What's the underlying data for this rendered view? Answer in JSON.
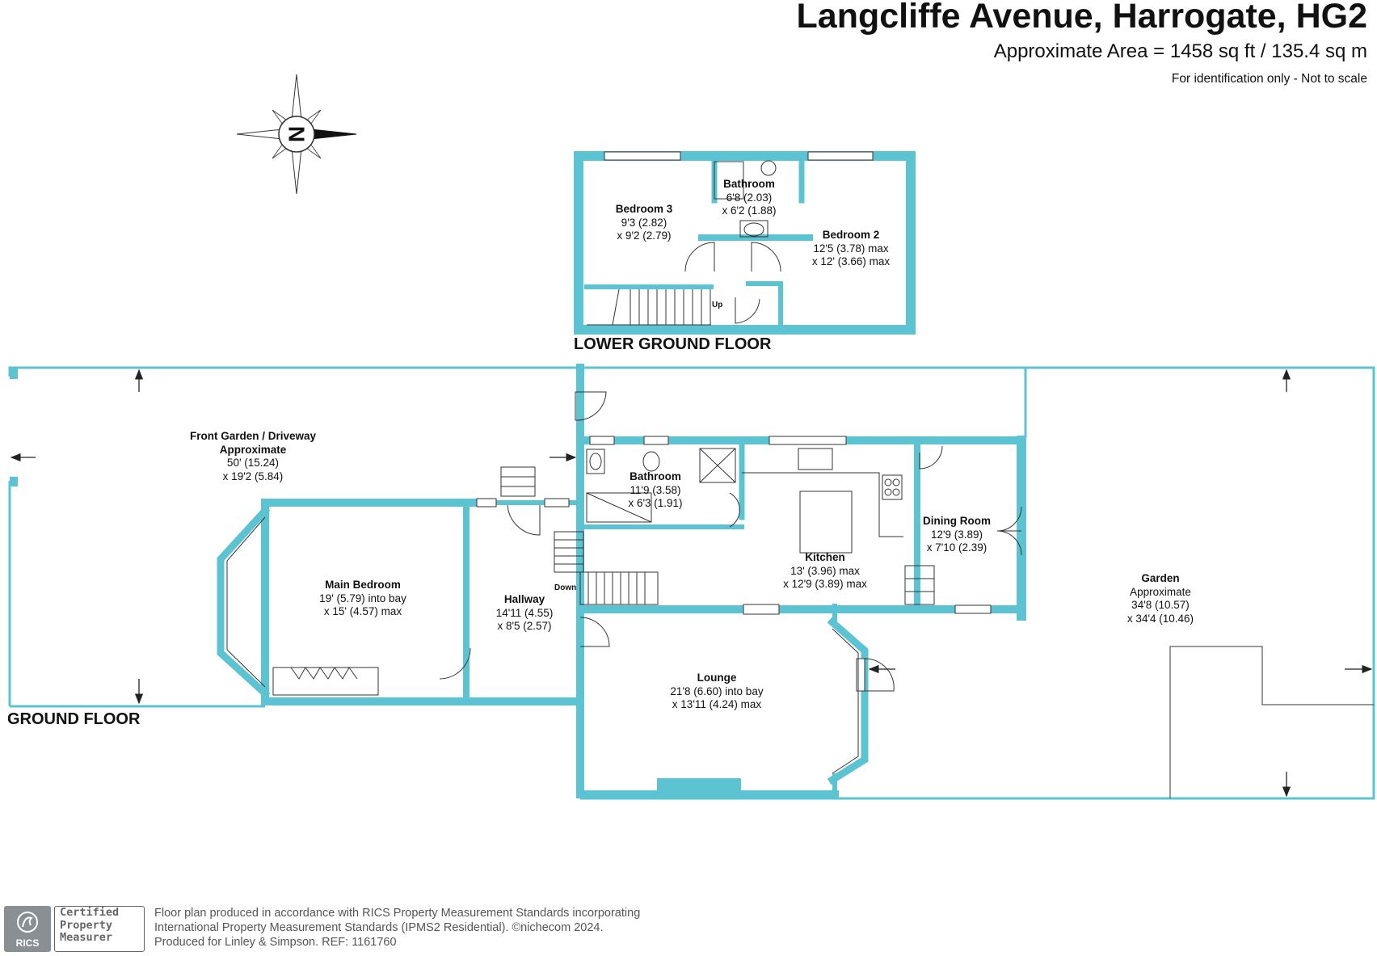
{
  "header": {
    "title": "Langcliffe Avenue, Harrogate, HG2",
    "area": "Approximate Area = 1458 sq ft / 135.4 sq m",
    "note": "For identification only - Not to scale"
  },
  "compass": {
    "letter": "N"
  },
  "floors": {
    "lower": "LOWER GROUND FLOOR",
    "ground": "GROUND FLOOR"
  },
  "rooms": {
    "bedroom3": {
      "name": "Bedroom 3",
      "dim1": "9'3 (2.82)",
      "dim2": "x 9'2 (2.79)"
    },
    "bathroom_lower": {
      "name": "Bathroom",
      "dim1": "6'8 (2.03)",
      "dim2": "x 6'2 (1.88)"
    },
    "bedroom2": {
      "name": "Bedroom 2",
      "dim1": "12'5 (3.78) max",
      "dim2": "x 12' (3.66) max"
    },
    "front_garden": {
      "name": "Front Garden / Driveway",
      "name2": "Approximate",
      "dim1": "50' (15.24)",
      "dim2": "x 19'2 (5.84)"
    },
    "bathroom_ground": {
      "name": "Bathroom",
      "dim1": "11'9 (3.58)",
      "dim2": "x 6'3 (1.91)"
    },
    "kitchen": {
      "name": "Kitchen",
      "dim1": "13' (3.96) max",
      "dim2": "x 12'9 (3.89) max"
    },
    "dining": {
      "name": "Dining Room",
      "dim1": "12'9 (3.89)",
      "dim2": "x 7'10 (2.39)"
    },
    "garden": {
      "name": "Garden",
      "name2": "Approximate",
      "dim1": "34'8 (10.57)",
      "dim2": "x 34'4 (10.46)"
    },
    "main_bedroom": {
      "name": "Main Bedroom",
      "dim1": "19' (5.79) into bay",
      "dim2": "x 15' (4.57) max"
    },
    "hallway": {
      "name": "Hallway",
      "dim1": "14'11 (4.55)",
      "dim2": "x 8'5 (2.57)"
    },
    "lounge": {
      "name": "Lounge",
      "dim1": "21'8 (6.60) into bay",
      "dim2": "x 13'11 (4.24) max"
    }
  },
  "tags": {
    "up": "Up",
    "down": "Down"
  },
  "footer": {
    "line1": "Floor plan produced in accordance with RICS Property Measurement Standards incorporating",
    "line2": "International Property Measurement Standards (IPMS2 Residential).   ©nichecom 2024.",
    "line3": "Produced for Linley & Simpson.    REF:  1161760"
  },
  "badge": {
    "rics": "RICS",
    "line1": "Certified",
    "line2": "Property",
    "line3": "Measurer"
  },
  "colors": {
    "wall": "#5cc3d2",
    "line": "#333333",
    "text": "#111111",
    "footer": "#555555"
  }
}
